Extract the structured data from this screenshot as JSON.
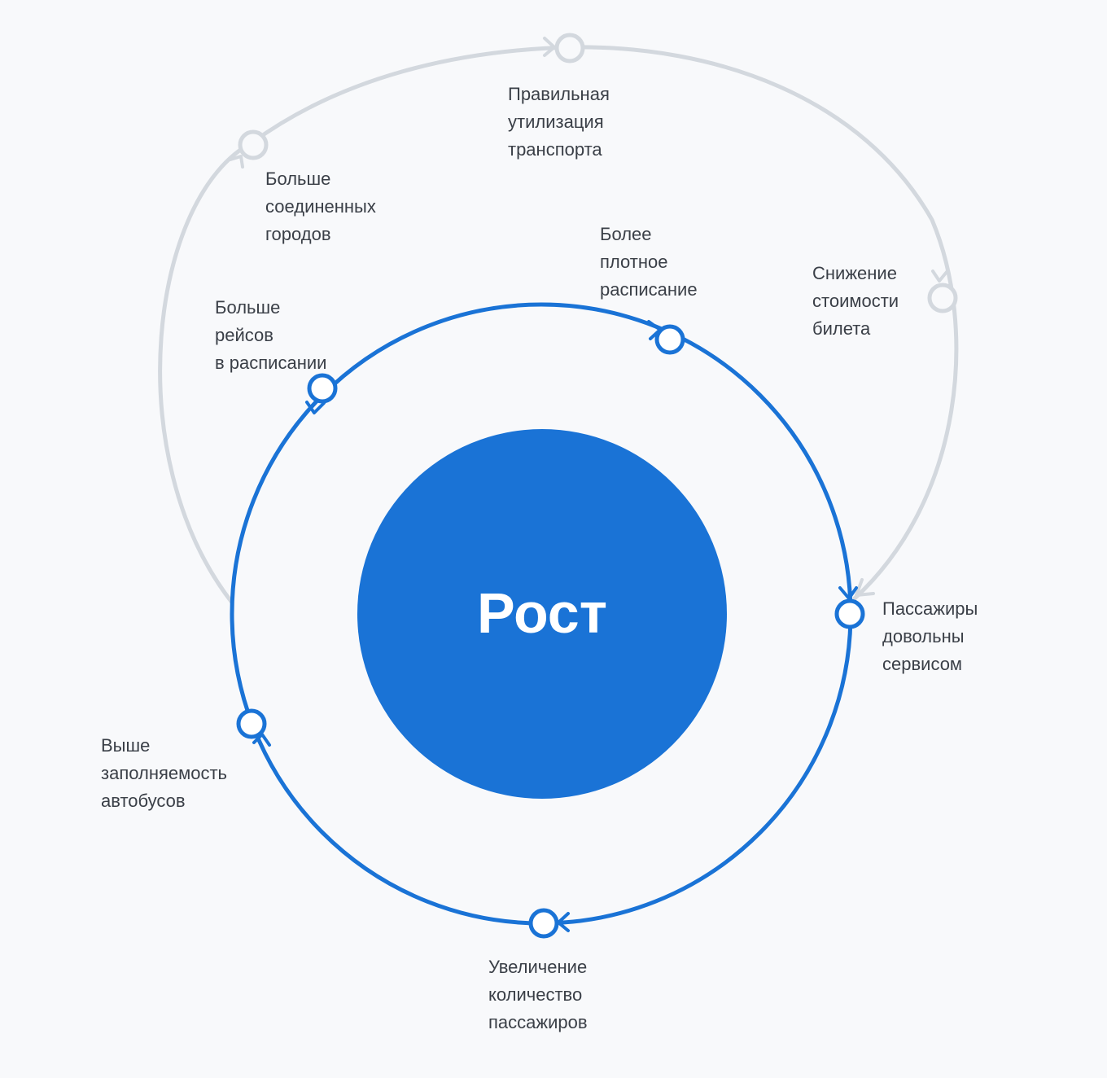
{
  "colors": {
    "background": "#f8f9fb",
    "inner_loop": "#1a73d6",
    "outer_loop": "#d3d8de",
    "node_fill": "#ffffff",
    "text": "#3a3f47",
    "core_text": "#ffffff"
  },
  "core": {
    "label": "Рост"
  },
  "inner_loop": {
    "nodes": [
      {
        "name": "more-trips",
        "lines": [
          "Больше",
          "рейсов",
          "в расписании"
        ]
      },
      {
        "name": "denser-schedule",
        "lines": [
          "Более",
          "плотное",
          "расписание"
        ]
      },
      {
        "name": "satisfied-passengers",
        "lines": [
          "Пассажиры",
          "довольны",
          "сервисом"
        ]
      },
      {
        "name": "more-passengers",
        "lines": [
          "Увеличение",
          "количество",
          "пассажиров"
        ]
      },
      {
        "name": "higher-occupancy",
        "lines": [
          "Выше",
          "заполняемость",
          "автобусов"
        ]
      }
    ]
  },
  "outer_loop": {
    "nodes": [
      {
        "name": "more-cities",
        "lines": [
          "Больше",
          "соединенных",
          "городов"
        ]
      },
      {
        "name": "transport-utilization",
        "lines": [
          "Правильная",
          "утилизация",
          "транспорта"
        ]
      },
      {
        "name": "lower-ticket-price",
        "lines": [
          "Снижение",
          "стоимости",
          "билета"
        ]
      }
    ]
  }
}
